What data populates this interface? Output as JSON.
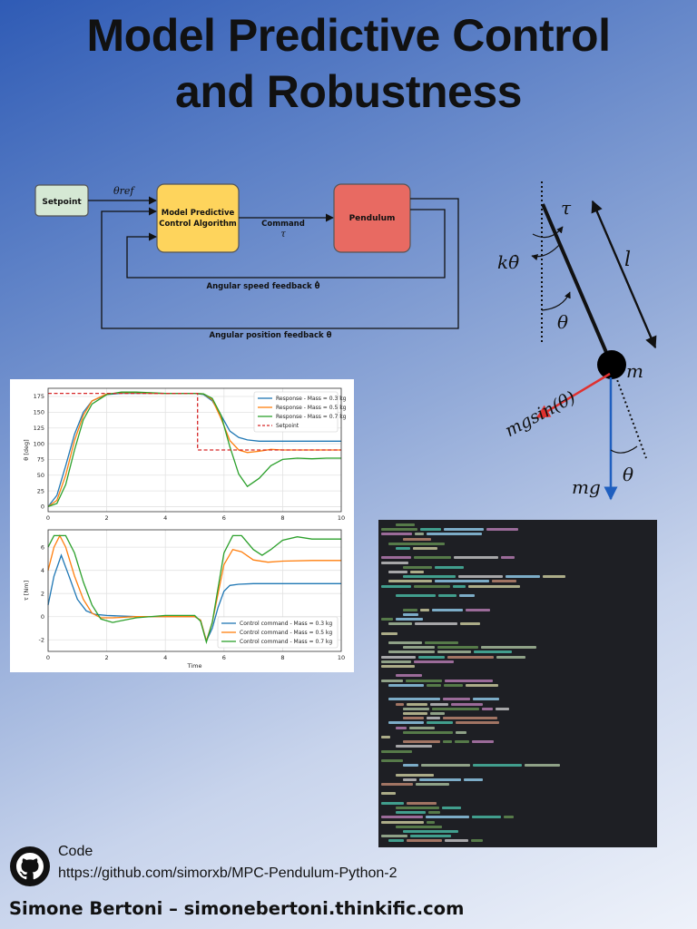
{
  "title_line1": "Model Predictive Control",
  "title_line2": "and Robustness",
  "block_diagram": {
    "setpoint": "Setpoint",
    "theta_ref": "θref",
    "mpc_line1": "Model Predictive",
    "mpc_line2": "Control Algorithm",
    "command": "Command",
    "tau": "τ",
    "pendulum": "Pendulum",
    "speed_feedback": "Angular speed feedback θ̇",
    "position_feedback": "Angular position feedback θ"
  },
  "pendulum_diagram": {
    "tau": "τ",
    "k_theta_dot": "kθ̇",
    "l": "l",
    "theta": "θ",
    "m": "m",
    "mgsin": "mgsin(θ)",
    "mg": "mg",
    "theta2": "θ"
  },
  "colors": {
    "setpoint_box": "#d5e8d4",
    "mpc_box": "#fed45c",
    "pendulum_box": "#e86a62",
    "series_blue": "#1f77b4",
    "series_orange": "#ff7f0e",
    "series_green": "#2ca02c",
    "setpoint_red": "#d62728"
  },
  "chart_data": [
    {
      "type": "line",
      "ylabel": "θ [deg]",
      "xlim": [
        0,
        10
      ],
      "ylim": [
        -8,
        188
      ],
      "yticks": [
        0,
        25,
        50,
        75,
        100,
        125,
        150,
        175
      ],
      "xticks": [
        0,
        2,
        4,
        6,
        8,
        10
      ],
      "legend": "top-right",
      "grid": true,
      "series": [
        {
          "name": "Response - Mass = 0.3 kg",
          "color": "#1f77b4",
          "x": [
            0,
            0.3,
            0.6,
            0.9,
            1.2,
            1.5,
            2,
            2.5,
            3,
            3.5,
            4,
            4.5,
            5,
            5.3,
            5.6,
            5.9,
            6.2,
            6.5,
            6.8,
            7.2,
            7.6,
            8,
            9,
            10
          ],
          "y": [
            0,
            18,
            65,
            115,
            150,
            168,
            178,
            180,
            180,
            180,
            180,
            180,
            180,
            178,
            168,
            145,
            120,
            110,
            106,
            104,
            104,
            104,
            104,
            104
          ]
        },
        {
          "name": "Response - Mass = 0.5 kg",
          "color": "#ff7f0e",
          "x": [
            0,
            0.3,
            0.6,
            0.9,
            1.2,
            1.5,
            2,
            2.5,
            3,
            3.5,
            4,
            4.5,
            5,
            5.3,
            5.6,
            5.9,
            6.2,
            6.5,
            6.8,
            7.2,
            7.6,
            8,
            9,
            10
          ],
          "y": [
            0,
            10,
            50,
            105,
            145,
            168,
            179,
            181,
            181,
            180,
            180,
            180,
            180,
            179,
            170,
            140,
            105,
            90,
            86,
            88,
            91,
            90,
            90,
            90
          ]
        },
        {
          "name": "Response - Mass = 0.7 kg",
          "color": "#2ca02c",
          "x": [
            0,
            0.3,
            0.6,
            0.9,
            1.2,
            1.5,
            2,
            2.5,
            3,
            3.5,
            4,
            4.5,
            5,
            5.3,
            5.6,
            5.9,
            6.2,
            6.5,
            6.8,
            7.2,
            7.6,
            8,
            8.5,
            9,
            9.5,
            10
          ],
          "y": [
            0,
            5,
            35,
            90,
            138,
            163,
            178,
            182,
            182,
            181,
            180,
            180,
            180,
            179,
            172,
            145,
            95,
            52,
            32,
            45,
            65,
            75,
            77,
            76,
            77,
            77
          ]
        },
        {
          "name": "Setpoint",
          "color": "#d62728",
          "dashed": true,
          "x": [
            0,
            5.1,
            5.1,
            10
          ],
          "y": [
            180,
            180,
            90,
            90
          ]
        }
      ]
    },
    {
      "type": "line",
      "ylabel": "τ [Nm]",
      "xlabel": "Time",
      "xlim": [
        0,
        10
      ],
      "ylim": [
        -3,
        7.5
      ],
      "yticks": [
        -2,
        0,
        2,
        4,
        6
      ],
      "xticks": [
        0,
        2,
        4,
        6,
        8,
        10
      ],
      "legend": "bottom-right",
      "grid": true,
      "series": [
        {
          "name": "Control command - Mass = 0.3 kg",
          "color": "#1f77b4",
          "x": [
            0,
            0.2,
            0.45,
            0.7,
            1,
            1.3,
            1.6,
            2,
            3,
            4,
            5,
            5.2,
            5.4,
            5.6,
            5.8,
            6,
            6.2,
            6.5,
            7,
            8,
            9,
            10
          ],
          "y": [
            1,
            3.5,
            5.3,
            3.6,
            1.5,
            0.5,
            0.2,
            0.1,
            0,
            0,
            0,
            -0.3,
            -2.1,
            -1,
            0.8,
            2.2,
            2.7,
            2.8,
            2.85,
            2.85,
            2.85,
            2.85
          ]
        },
        {
          "name": "Control command - Mass = 0.5 kg",
          "color": "#ff7f0e",
          "x": [
            0,
            0.2,
            0.4,
            0.6,
            0.9,
            1.2,
            1.5,
            1.8,
            2.2,
            3,
            4,
            5,
            5.2,
            5.4,
            5.6,
            5.8,
            6,
            6.3,
            6.6,
            7,
            7.5,
            8,
            9,
            10
          ],
          "y": [
            4,
            6,
            7,
            6,
            3.5,
            1.5,
            0.3,
            -0.1,
            -0.1,
            0,
            0,
            0,
            -0.3,
            -2.1,
            -0.5,
            2,
            4.5,
            5.8,
            5.6,
            4.9,
            4.7,
            4.8,
            4.85,
            4.85
          ]
        },
        {
          "name": "Control command - Mass = 0.7 kg",
          "color": "#2ca02c",
          "x": [
            0,
            0.2,
            0.4,
            0.6,
            0.9,
            1.2,
            1.5,
            1.8,
            2.2,
            2.6,
            3,
            4,
            5,
            5.2,
            5.4,
            5.6,
            5.8,
            6,
            6.3,
            6.6,
            7,
            7.3,
            7.6,
            8,
            8.5,
            9,
            10
          ],
          "y": [
            6,
            7,
            7,
            7,
            5.5,
            3,
            1,
            -0.2,
            -0.5,
            -0.3,
            -0.1,
            0.1,
            0.1,
            -0.4,
            -2.2,
            -0.5,
            2.5,
            5.5,
            7,
            7,
            5.8,
            5.3,
            5.8,
            6.6,
            6.9,
            6.7,
            6.7
          ]
        }
      ]
    }
  ],
  "footer": {
    "code_label": "Code",
    "repo_url": "https://github.com/simorxb/MPC-Pendulum-Python-2",
    "author": "Simone Bertoni – simonebertoni.thinkific.com"
  }
}
